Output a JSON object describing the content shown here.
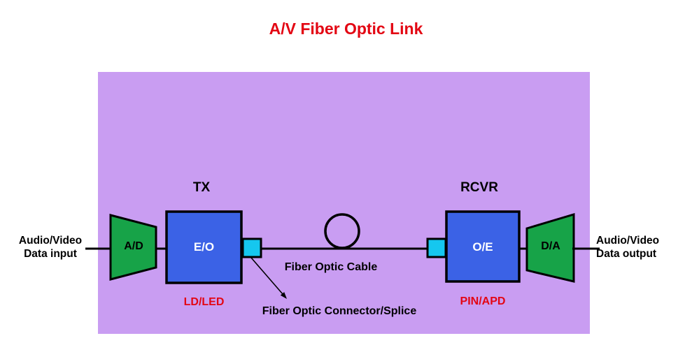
{
  "title": "A/V Fiber Optic Link",
  "colors": {
    "background": "#ffffff",
    "panel_purple": "#c99df2",
    "block_blue": "#3b62e6",
    "block_green": "#17a348",
    "connector_cyan": "#15c7ef",
    "accent_red": "#e30613",
    "line_black": "#000000",
    "block_text_white": "#ffffff"
  },
  "transmitter": {
    "section_label": "TX",
    "adc_label": "A/D",
    "eo_label": "E/O",
    "device_label": "LD/LED"
  },
  "receiver": {
    "section_label": "RCVR",
    "oe_label": "O/E",
    "dac_label": "D/A",
    "device_label": "PIN/APD"
  },
  "input": {
    "line1": "Audio/Video",
    "line2": "Data input"
  },
  "output": {
    "line1": "Audio/Video",
    "line2": "Data output"
  },
  "cable": {
    "label": "Fiber Optic Cable"
  },
  "connector": {
    "label": "Fiber Optic Connector/Splice"
  }
}
